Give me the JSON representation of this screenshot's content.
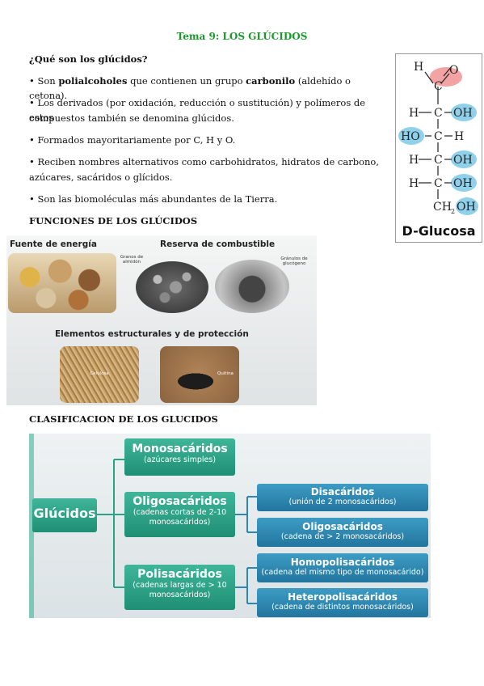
{
  "title": "Tema 9: LOS GLÚCIDOS",
  "question": "¿Qué son los glúcidos?",
  "bullet1": {
    "pre": "• Son ",
    "b1": "polialcoholes",
    "mid": " que contienen un grupo ",
    "b2": "carbonilo",
    "post": " (aldehído o cetona)."
  },
  "bullet2_l1": "• Los derivados (por oxidación, reducción o sustitución) y polímeros de estos",
  "bullet2_l2": "compuestos también se denomina glúcidos.",
  "bullet3": "• Formados mayoritariamente por C, H y O.",
  "bullet4_l1": "• Reciben nombres alternativos como carbohidratos, hidratos de carbono,",
  "bullet4_l2": "azúcares, sacáridos o glícidos.",
  "bullet5": "• Son las biomoléculas más abundantes de la Tierra.",
  "functions_heading": "FUNCIONES DE LOS GLÚCIDOS",
  "glucose": {
    "label": "D-Glucosa",
    "atoms": {
      "h_top": "H",
      "c_top": "C",
      "o_top": "O",
      "r2_h": "H",
      "r2_c": "C",
      "r2_oh": "OH",
      "r3_ho": "HO",
      "r3_c": "C",
      "r3_h": "H",
      "r4_h": "H",
      "r4_c": "C",
      "r4_oh": "OH",
      "r5_h": "H",
      "r5_c": "C",
      "r5_oh": "OH",
      "ch2": "CH",
      "sub2": "2",
      "ch2oh": "OH"
    }
  },
  "functions_image": {
    "energy": "Fuente de energía",
    "reserve": "Reserva de combustible",
    "starch": "Granos de almidón",
    "glycogen": "Gránulos de glucógeno",
    "structural": "Elementos estructurales y de protección",
    "cellulose": "Celulosa",
    "chitin": "Quitina"
  },
  "classification_heading": "CLASIFICACION DE LOS GLUCIDOS",
  "classification": {
    "root": "Glúcidos",
    "mono": {
      "title": "Monosacáridos",
      "sub": "(azúcares simples)"
    },
    "oligo": {
      "title": "Oligosacáridos",
      "sub1": "(cadenas cortas de 2-10",
      "sub2": "monosacáridos)"
    },
    "poly": {
      "title": "Polisacáridos",
      "sub1": "(cadenas largas de > 10",
      "sub2": "monosacáridos)"
    },
    "di": {
      "title": "Disacáridos",
      "sub": "(unión de 2 monosacáridos)"
    },
    "oligo2": {
      "title": "Oligosacáridos",
      "sub": "(cadena de > 2 monosacáridos)"
    },
    "homo": {
      "title": "Homopolisacáridos",
      "sub": "(cadena del mismo tipo de monosacárido)"
    },
    "hetero": {
      "title": "Heteropolisacáridos",
      "sub": "(cadena de distintos monosacáridos)"
    }
  },
  "colors": {
    "title_green": "#1a9a2a",
    "box_green": "#2aa285",
    "box_blue": "#2d87b1",
    "highlight_blue": "#8fd0ea",
    "highlight_red": "#f3a3a3"
  }
}
